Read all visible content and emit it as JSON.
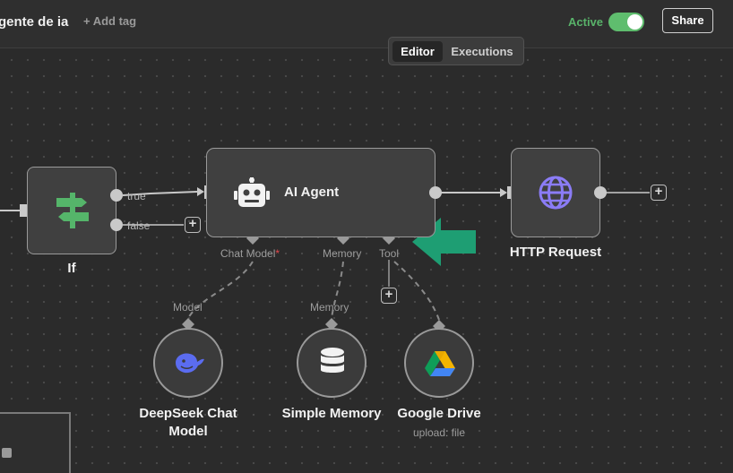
{
  "header": {
    "workflow_name": "gente de ia",
    "add_tag_label": "+ Add tag",
    "active_label": "Active",
    "active_on": true,
    "share_label": "Share"
  },
  "tabs": {
    "editor": "Editor",
    "executions": "Executions",
    "selected": "Editor"
  },
  "nodes": {
    "if": {
      "title": "If",
      "outputs": {
        "true": "true",
        "false": "false"
      }
    },
    "ai_agent": {
      "title": "AI Agent",
      "inputs": {
        "chat_model": "Chat Model",
        "required_mark": "*",
        "memory": "Memory",
        "tool": "Tool"
      }
    },
    "http_request": {
      "title": "HTTP Request"
    },
    "deepseek": {
      "title_line1": "DeepSeek Chat",
      "title_line2": "Model",
      "connector_label": "Model"
    },
    "simple_memory": {
      "title": "Simple Memory",
      "connector_label": "Memory"
    },
    "google_drive": {
      "title": "Google Drive",
      "subtitle": "upload: file"
    }
  },
  "colors": {
    "accent_green": "#5fbd6e",
    "arrow_annotation": "#1e9e73",
    "if_icon": "#55b56a",
    "globe_icon": "#8b7cf6",
    "deepseek_icon": "#5b6cf0",
    "required_mark": "#e5484d"
  },
  "icons": [
    "signpost-icon",
    "robot-icon",
    "globe-icon",
    "deepseek-whale-icon",
    "database-icon",
    "google-drive-icon",
    "plus-icon"
  ]
}
